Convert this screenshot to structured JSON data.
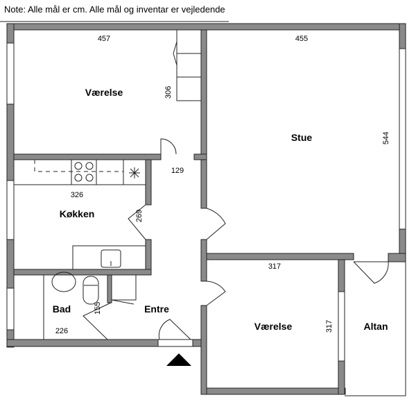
{
  "note": "Note: Alle mål er cm. Alle mål og inventar er vejledende",
  "rooms": {
    "vaerelse1": {
      "label": "Værelse",
      "width": "457",
      "depth": "306"
    },
    "stue": {
      "label": "Stue",
      "width": "455",
      "depth": "544"
    },
    "koekken": {
      "label": "Køkken",
      "width": "326",
      "depth": "269"
    },
    "entre": {
      "label": "Entre",
      "width": "129"
    },
    "bad": {
      "label": "Bad",
      "width": "226",
      "depth": "155"
    },
    "vaerelse2": {
      "label": "Værelse",
      "width": "317",
      "depth": "317"
    },
    "altan": {
      "label": "Altan"
    }
  },
  "colors": {
    "wall": "#8a8a8a",
    "line": "#222222"
  }
}
